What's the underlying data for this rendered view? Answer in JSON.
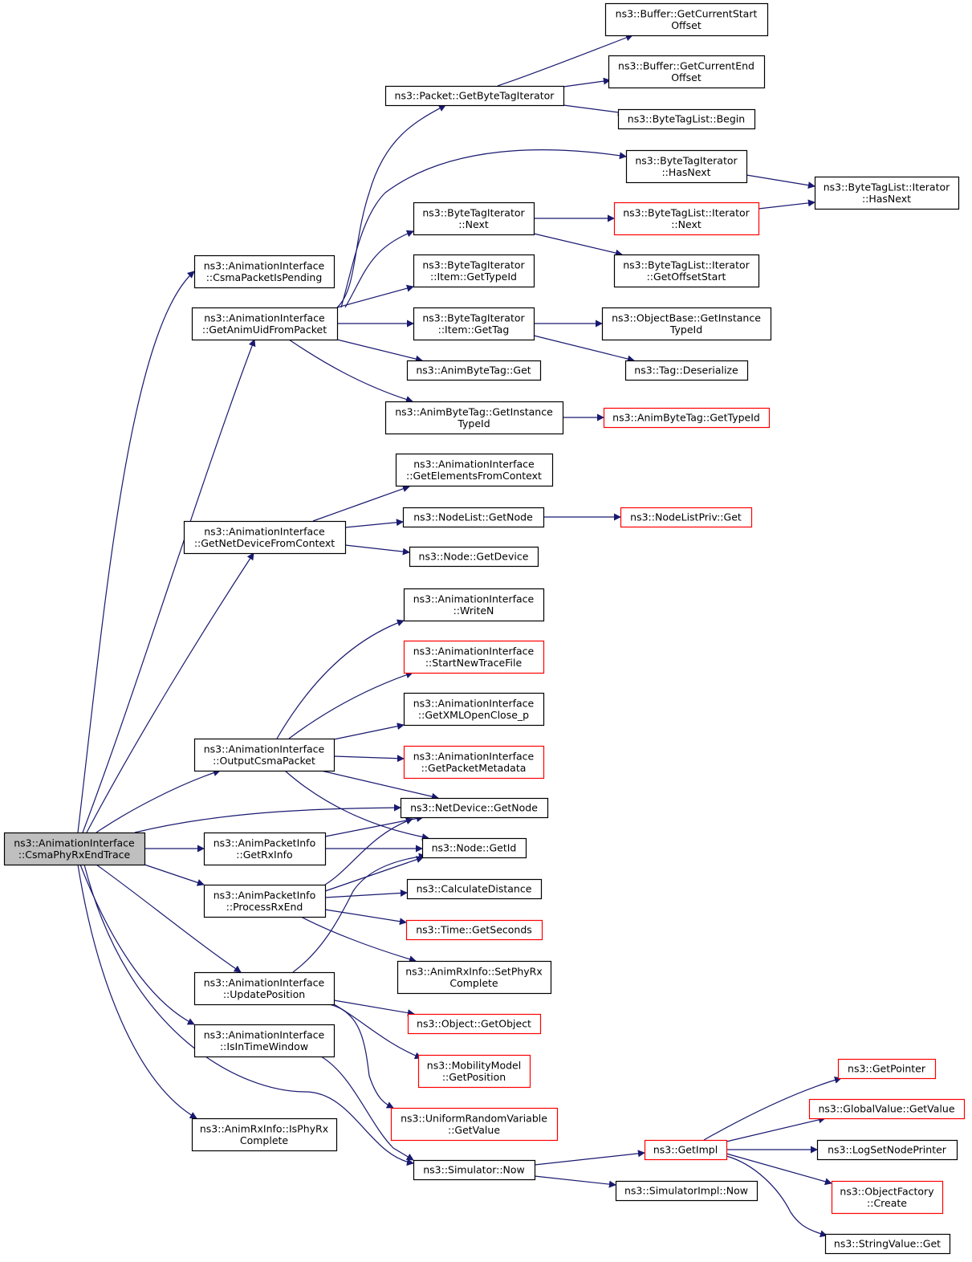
{
  "colors": {
    "edge": "#191970",
    "box_border": "#000000",
    "box_fill": "#ffffff",
    "root_fill": "#bfbfbf",
    "truncated_border": "#ff0000"
  },
  "nodes": {
    "root": [
      "ns3::AnimationInterface",
      "::CsmaPhyRxEndTrace"
    ],
    "csma_pending": [
      "ns3::AnimationInterface",
      "::CsmaPacketIsPending"
    ],
    "get_anim_uid": [
      "ns3::AnimationInterface",
      "::GetAnimUidFromPacket"
    ],
    "get_netdev_ctx": [
      "ns3::AnimationInterface",
      "::GetNetDeviceFromContext"
    ],
    "output_csma": [
      "ns3::AnimationInterface",
      "::OutputCsmaPacket"
    ],
    "get_rx_info": [
      "ns3::AnimPacketInfo",
      "::GetRxInfo"
    ],
    "process_rx_end": [
      "ns3::AnimPacketInfo",
      "::ProcessRxEnd"
    ],
    "update_position": [
      "ns3::AnimationInterface",
      "::UpdatePosition"
    ],
    "is_in_time_window": [
      "ns3::AnimationInterface",
      "::IsInTimeWindow"
    ],
    "is_phy_rx_complete": [
      "ns3::AnimRxInfo::IsPhyRx",
      "Complete"
    ],
    "get_byte_tag_iterator": [
      "ns3::Packet::GetByteTagIterator"
    ],
    "buffer_start": [
      "ns3::Buffer::GetCurrentStart",
      "Offset"
    ],
    "buffer_end": [
      "ns3::Buffer::GetCurrentEnd",
      "Offset"
    ],
    "bytetaglist_begin": [
      "ns3::ByteTagList::Begin"
    ],
    "bti_hasnext": [
      "ns3::ByteTagIterator",
      "::HasNext"
    ],
    "btl_iter_hasnext": [
      "ns3::ByteTagList::Iterator",
      "::HasNext"
    ],
    "bti_next": [
      "ns3::ByteTagIterator",
      "::Next"
    ],
    "btl_iter_next": [
      "ns3::ByteTagList::Iterator",
      "::Next"
    ],
    "bti_item_typeid": [
      "ns3::ByteTagIterator",
      "::Item::GetTypeId"
    ],
    "btl_iter_offset": [
      "ns3::ByteTagList::Iterator",
      "::GetOffsetStart"
    ],
    "bti_item_gettag": [
      "ns3::ByteTagIterator",
      "::Item::GetTag"
    ],
    "objectbase_typeid": [
      "ns3::ObjectBase::GetInstance",
      "TypeId"
    ],
    "animbytetag_get": [
      "ns3::AnimByteTag::Get"
    ],
    "tag_deserialize": [
      "ns3::Tag::Deserialize"
    ],
    "animbytetag_instance": [
      "ns3::AnimByteTag::GetInstance",
      "TypeId"
    ],
    "animbytetag_typeid": [
      "ns3::AnimByteTag::GetTypeId"
    ],
    "get_elements_ctx": [
      "ns3::AnimationInterface",
      "::GetElementsFromContext"
    ],
    "nodelist_getnode": [
      "ns3::NodeList::GetNode"
    ],
    "nodelistpriv_get": [
      "ns3::NodeListPriv::Get"
    ],
    "node_getdevice": [
      "ns3::Node::GetDevice"
    ],
    "writen": [
      "ns3::AnimationInterface",
      "::WriteN"
    ],
    "start_new_trace": [
      "ns3::AnimationInterface",
      "::StartNewTraceFile"
    ],
    "get_xml_open_close": [
      "ns3::AnimationInterface",
      "::GetXMLOpenClose_p"
    ],
    "get_packet_metadata": [
      "ns3::AnimationInterface",
      "::GetPacketMetadata"
    ],
    "netdevice_getnode": [
      "ns3::NetDevice::GetNode"
    ],
    "node_getid": [
      "ns3::Node::GetId"
    ],
    "calculate_distance": [
      "ns3::CalculateDistance"
    ],
    "time_getseconds": [
      "ns3::Time::GetSeconds"
    ],
    "set_phy_rx_complete": [
      "ns3::AnimRxInfo::SetPhyRx",
      "Complete"
    ],
    "object_getobject": [
      "ns3::Object::GetObject"
    ],
    "mobility_getposition": [
      "ns3::MobilityModel",
      "::GetPosition"
    ],
    "uniform_getvalue": [
      "ns3::UniformRandomVariable",
      "::GetValue"
    ],
    "simulator_now": [
      "ns3::Simulator::Now"
    ],
    "getimpl": [
      "ns3::GetImpl"
    ],
    "simulatorimpl_now": [
      "ns3::SimulatorImpl::Now"
    ],
    "getpointer": [
      "ns3::GetPointer"
    ],
    "globalvalue_getvalue": [
      "ns3::GlobalValue::GetValue"
    ],
    "logsetnodeprinter": [
      "ns3::LogSetNodePrinter"
    ],
    "objectfactory_create": [
      "ns3::ObjectFactory",
      "::Create"
    ],
    "stringvalue_get": [
      "ns3::StringValue::Get"
    ]
  }
}
